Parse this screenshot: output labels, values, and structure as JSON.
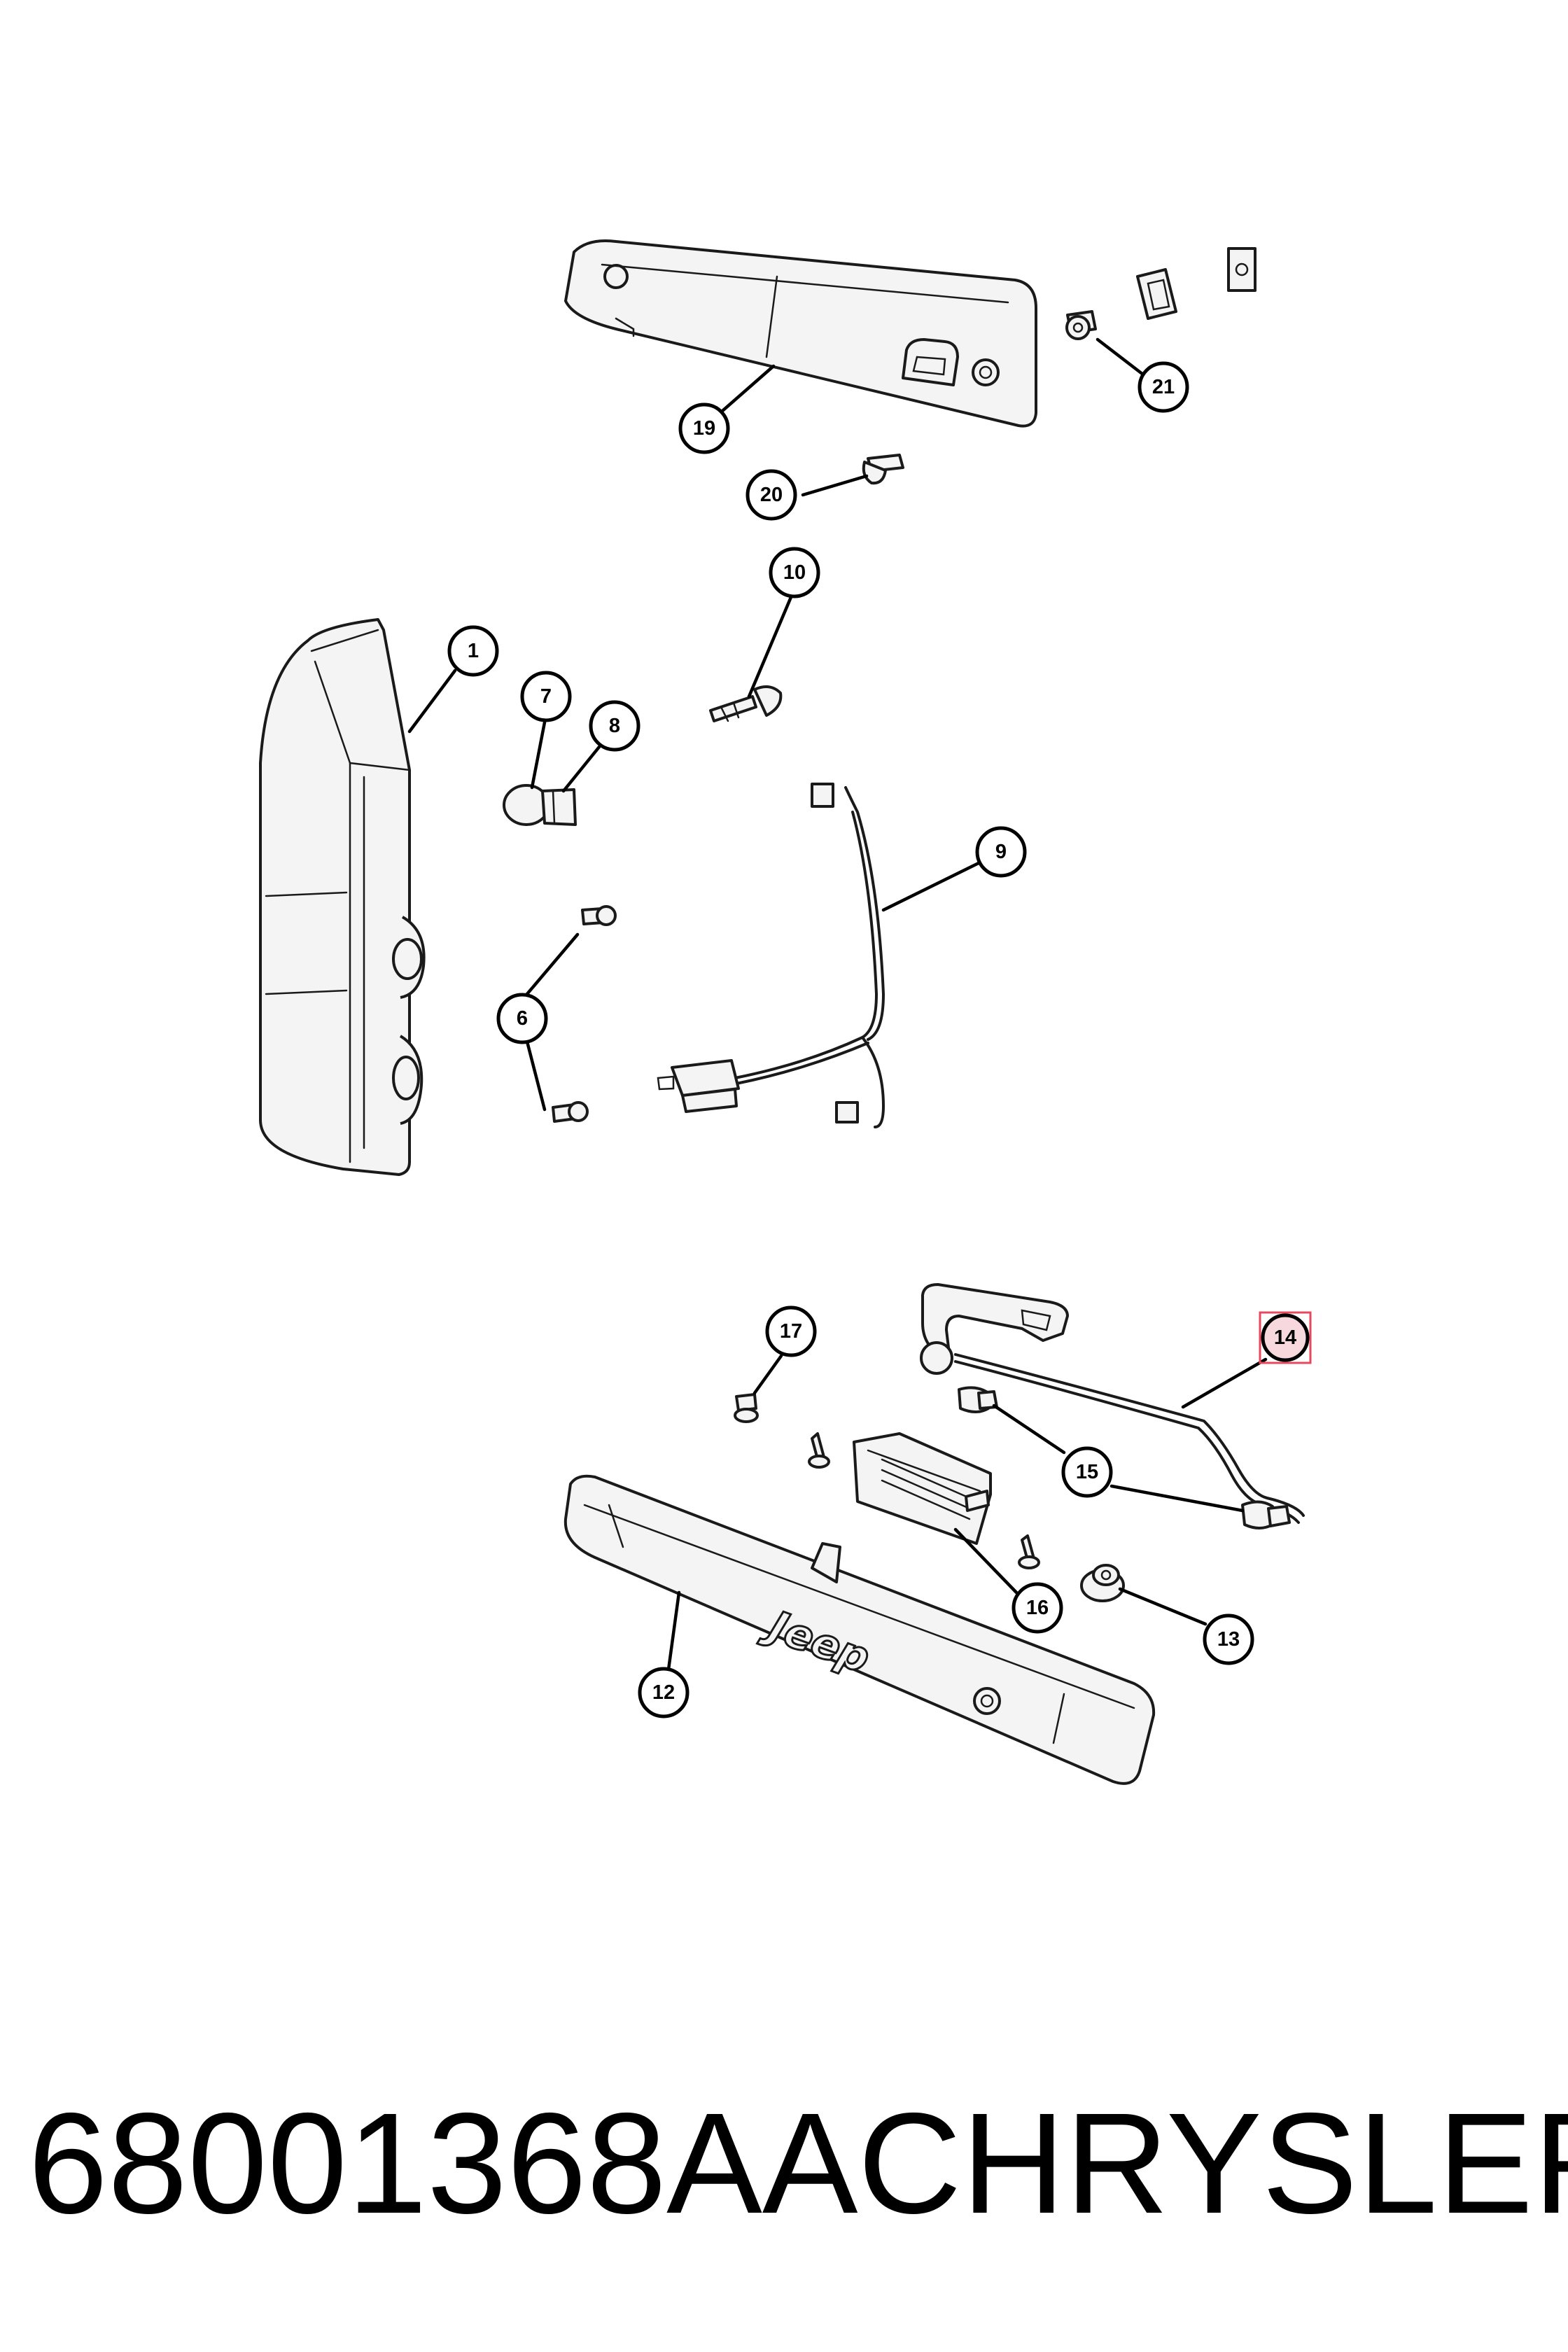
{
  "callouts": [
    "1",
    "6",
    "7",
    "8",
    "9",
    "10",
    "12",
    "13",
    "14",
    "15",
    "16",
    "17",
    "19",
    "20",
    "21"
  ],
  "highlighted_callout": "14",
  "logo": "Jeep",
  "footer": {
    "part_number": "68001368AA",
    "brand": "CHRYSLER"
  }
}
